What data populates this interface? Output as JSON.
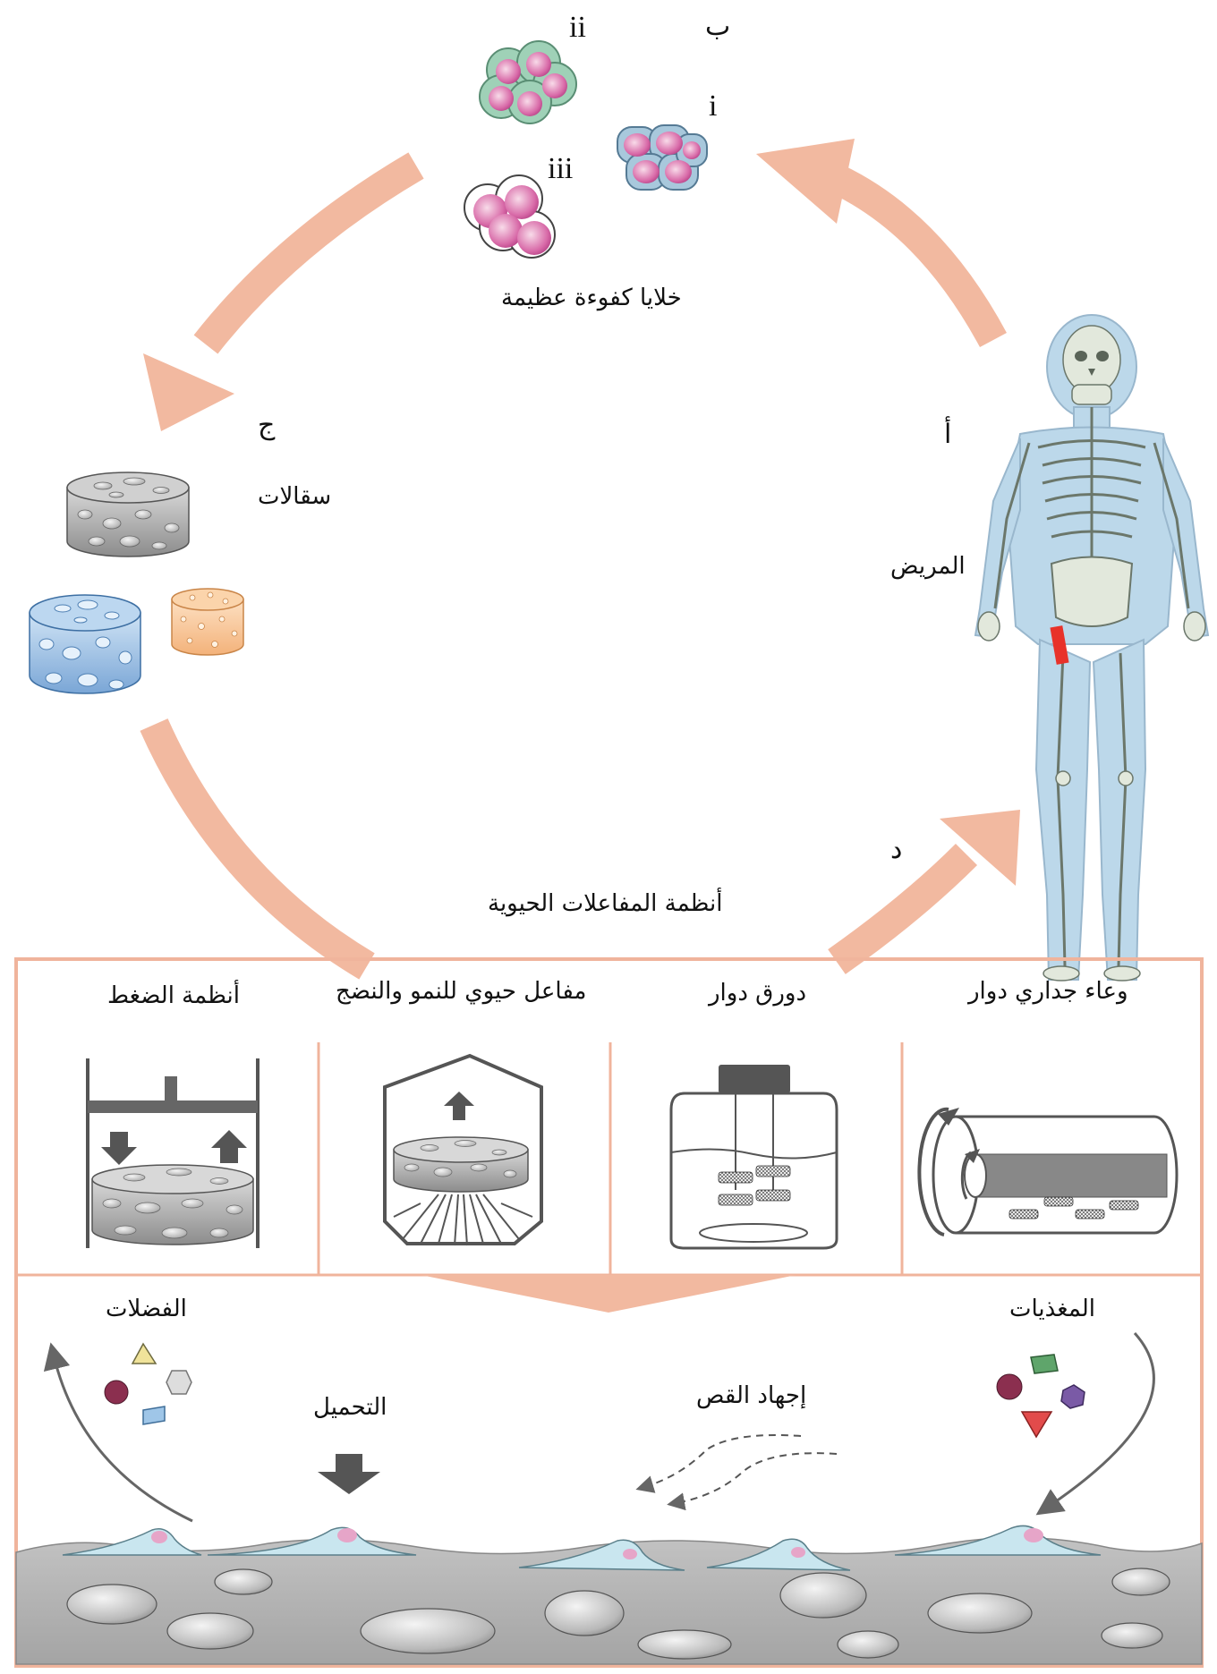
{
  "labels": {
    "a": "أ",
    "b": "ب",
    "c": "ج",
    "d": "د",
    "i": "i",
    "ii": "ii",
    "iii": "iii"
  },
  "patient": "المريض",
  "stem_cells": "خلايا كفوءة عظيمة",
  "scaffolds": "سقالات",
  "bioreactor_systems": "أنظمة المفاعلات الحيوية",
  "bioreactors": [
    "وعاء جداري دوار",
    "دورق دوار",
    "مفاعل حيوي للنمو والنضج",
    "أنظمة الضغط"
  ],
  "bottom": {
    "nutrients": "المغذيات",
    "waste": "الفضلات",
    "loading": "التحميل",
    "shear_stress": "إجهاد القص"
  },
  "colors": {
    "arrow": "#f2b9a0",
    "frame": "#f0b49c",
    "scaffold_gray": "#9a9a9a",
    "scaffold_blue": "#8fb6dd",
    "scaffold_orange": "#f7c393",
    "cell_pink": "#d86aa8",
    "body_blue": "#b5d4e8",
    "defect_red": "#e8322a"
  }
}
